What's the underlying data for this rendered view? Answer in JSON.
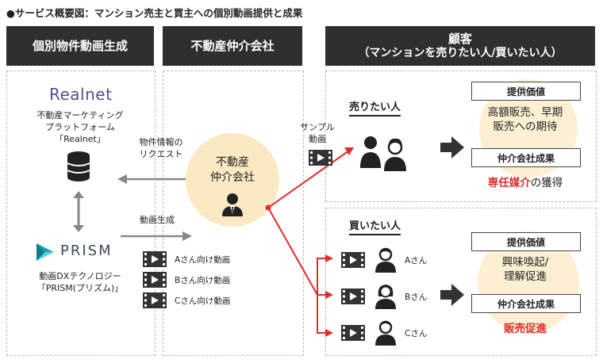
{
  "page_title": "●サービス概要図：マンション売主と買主への個別動画提供と成果",
  "columns": {
    "col1": "個別物件動画生成",
    "col2": "不動産仲介会社",
    "col3_line1": "顧客",
    "col3_line2": "（マンションを売りたい人/買いたい人）"
  },
  "realnet": {
    "logo": "Realnet",
    "desc_line1": "不動産マーケティング",
    "desc_line2": "プラットフォーム",
    "desc_line3": "「Realnet」"
  },
  "prism": {
    "logo": "PRISM",
    "desc_line1": "動画DXテクノロジー",
    "desc_line2": "「PRISM(プリズム)」"
  },
  "arrows": {
    "request_line1": "物件情報の",
    "request_line2": "リクエスト",
    "generate": "動画生成",
    "sample_line1": "サンプル",
    "sample_line2": "動画"
  },
  "videos": [
    "Aさん向け動画",
    "Bさん向け動画",
    "Cさん向け動画"
  ],
  "agency": {
    "line1": "不動産",
    "line2": "仲介会社"
  },
  "seller": {
    "heading": "売りたい人",
    "value_label": "提供価値",
    "value_line1": "高額販売、早期",
    "value_line2": "販売への期待",
    "result_label": "仲介会社成果",
    "result_red": "専任媒介",
    "result_rest": "の獲得"
  },
  "buyer": {
    "heading": "買いたい人",
    "persons": [
      "Aさん",
      "Bさん",
      "Cさん"
    ],
    "value_label": "提供価値",
    "value_line1": "興味喚起/",
    "value_line2": "理解促進",
    "result_label": "仲介会社成果",
    "result_red": "販売促進"
  },
  "colors": {
    "accent_red": "#e22b2b",
    "header_bg": "#2f2f2f",
    "circle": "#fbe9c3",
    "prism_teal": "#1aa7b8"
  }
}
